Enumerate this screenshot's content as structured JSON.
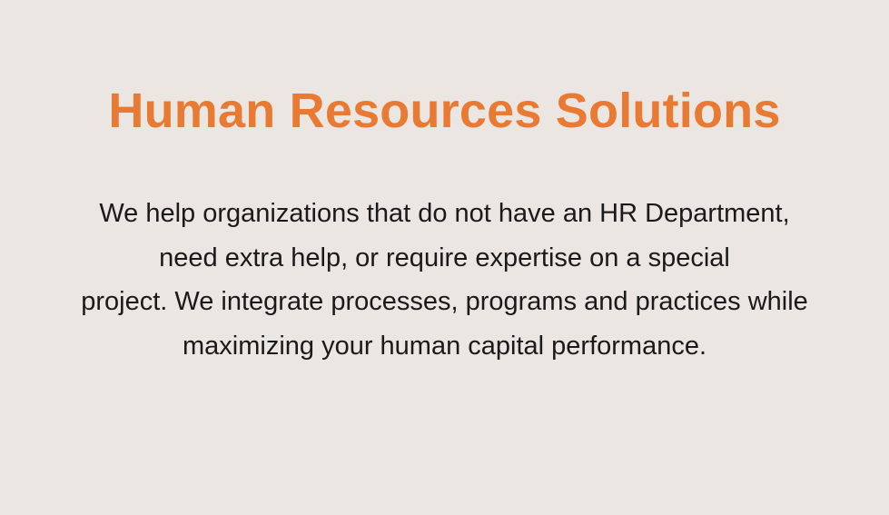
{
  "colors": {
    "background": "#ebe6e2",
    "title": "#e97a33",
    "body_text": "#1a1a1a"
  },
  "section": {
    "title": "Human Resources Solutions",
    "description_lines": [
      "We help organizations that do not have an HR Department,",
      "need extra help, or require expertise on a special",
      "project. We integrate processes, programs and practices while",
      "maximizing your human capital performance."
    ]
  }
}
